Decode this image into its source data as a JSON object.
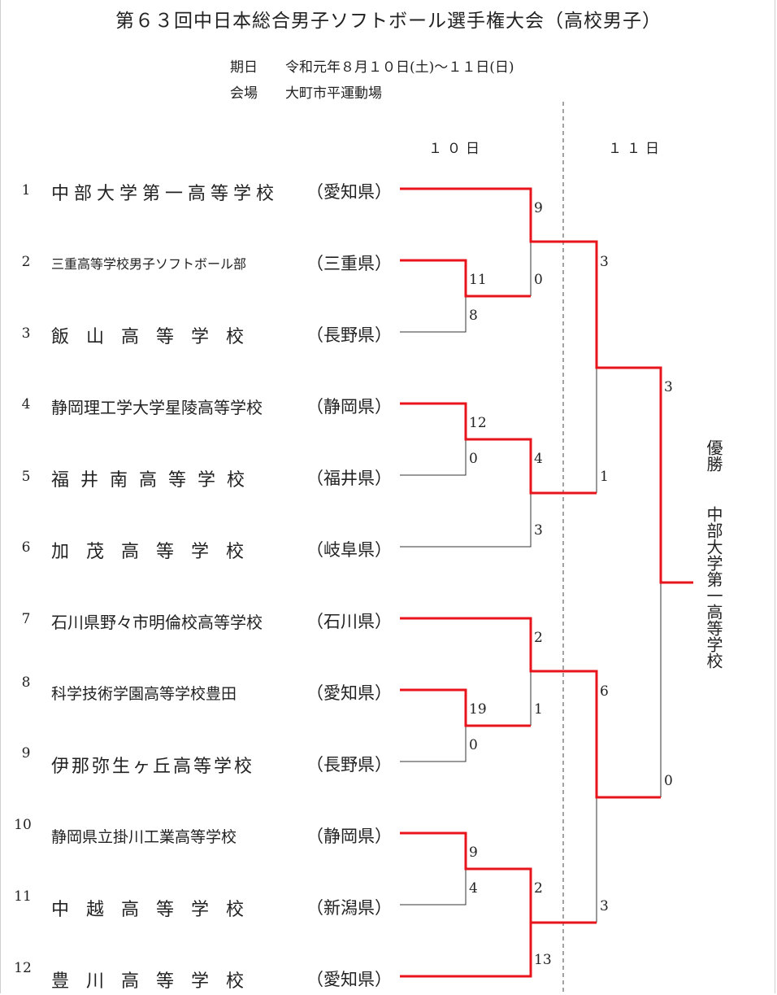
{
  "title": "第６３回中日本総合男子ソフトボール選手権大会（高校男子）",
  "info": {
    "date_label": "期日",
    "date_value": "令和元年８月１０日(土)～１１日(日)",
    "venue_label": "会場",
    "venue_value": "大町市平運動場"
  },
  "days": {
    "day1": "１０日",
    "day2": "１１日"
  },
  "teams": [
    {
      "no": "1",
      "school": "中部大学第一高等学校",
      "pref": "（愛知県）"
    },
    {
      "no": "2",
      "school": "三重高等学校男子ソフトボール部",
      "pref": "（三重県）"
    },
    {
      "no": "3",
      "school": "飯山高等学校",
      "pref": "（長野県）"
    },
    {
      "no": "4",
      "school": "静岡理工学大学星陵高等学校",
      "pref": "（静岡県）"
    },
    {
      "no": "5",
      "school": "福井南高等学校",
      "pref": "（福井県）"
    },
    {
      "no": "6",
      "school": "加茂高等学校",
      "pref": "（岐阜県）"
    },
    {
      "no": "7",
      "school": "石川県野々市明倫校高等学校",
      "pref": "（石川県）"
    },
    {
      "no": "8",
      "school": "科学技術学園高等学校豊田",
      "pref": "（愛知県）"
    },
    {
      "no": "9",
      "school": "伊那弥生ヶ丘高等学校",
      "pref": "（長野県）"
    },
    {
      "no": "10",
      "school": "静岡県立掛川工業高等学校",
      "pref": "（静岡県）"
    },
    {
      "no": "11",
      "school": "中越高等学校",
      "pref": "（新潟県）"
    },
    {
      "no": "12",
      "school": "豊川高等学校",
      "pref": "（愛知県）"
    }
  ],
  "scores": {
    "r1_2v3": [
      "11",
      "8"
    ],
    "r1_4v5": [
      "12",
      "0"
    ],
    "r1_8v9": [
      "19",
      "0"
    ],
    "r1_10v11": [
      "9",
      "4"
    ],
    "r2_1v23": [
      "9",
      "0"
    ],
    "r2_45v6": [
      "4",
      "3"
    ],
    "r2_7v89": [
      "2",
      "1"
    ],
    "r2_1011v12": [
      "2",
      "13"
    ],
    "qf_a": [
      "3",
      "1"
    ],
    "qf_b": [
      "6",
      "3"
    ],
    "final": [
      "3",
      "0"
    ]
  },
  "champion": {
    "label": "優勝",
    "school": "中部大学第一高等学校"
  },
  "colors": {
    "winner_line": "#e8141c",
    "loser_line": "#333333",
    "divider": "#444444"
  }
}
